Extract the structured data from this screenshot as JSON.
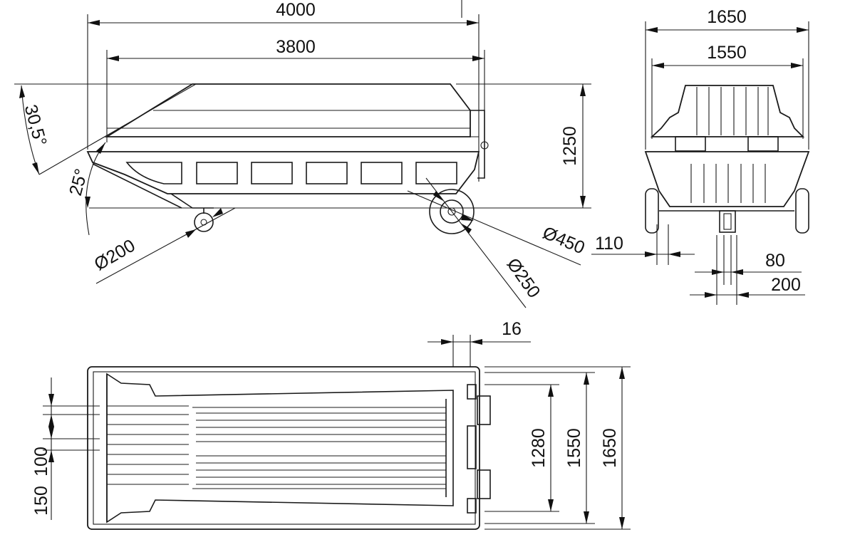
{
  "labels": {
    "side_length_overall": "4000",
    "side_length_inner": "3800",
    "side_height": "1250",
    "bow_angle": "30,5°",
    "stern_angle": "25°",
    "small_wheel_dia": "Ø200",
    "large_wheel_dia": "Ø450",
    "hub_dia": "Ø250",
    "front_width_outer": "1650",
    "front_width_inner": "1550",
    "track_width": "110",
    "small_wheel_width": "80",
    "small_wheel_spacing": "200",
    "plan_offset": "16",
    "plan_width_inner": "1280",
    "plan_width_mid": "1550",
    "plan_width_outer": "1650",
    "rib_spacing_a": "100",
    "rib_spacing_b": "150"
  }
}
